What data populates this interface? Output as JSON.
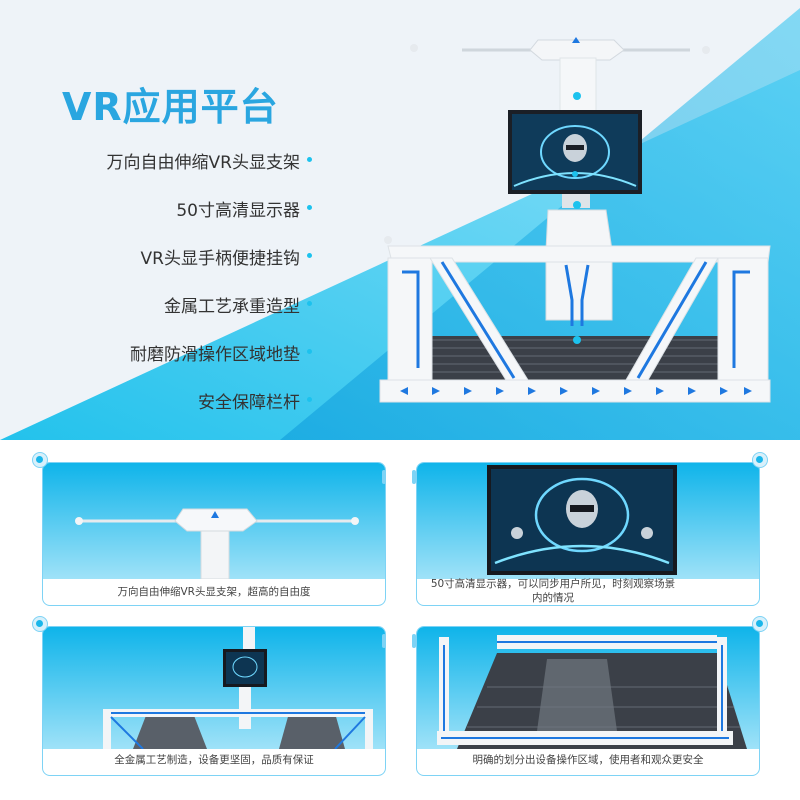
{
  "hero": {
    "title": "VR应用平台",
    "features": [
      {
        "label": "万向自由伸缩VR头显支架"
      },
      {
        "label": "50寸高清显示器"
      },
      {
        "label": "VR头显手柄便捷挂钩"
      },
      {
        "label": "金属工艺承重造型"
      },
      {
        "label": "耐磨防滑操作区域地垫"
      },
      {
        "label": "安全保障栏杆"
      }
    ]
  },
  "panels": [
    {
      "caption": "万向自由伸缩VR头显支架，超高的自由度"
    },
    {
      "caption": "50寸高清显示器，可以同步用户所见，时刻观察场景内的情况"
    },
    {
      "caption": "全金属工艺制造，设备更坚固，品质有保证"
    },
    {
      "caption": "明确的划分出设备操作区域，使用者和观众更安全"
    }
  ],
  "colors": {
    "accent": "#1cc2ee",
    "title": "#2aa6e0",
    "panel_border": "#7ed3f5",
    "frame_blue": "#1e78e0"
  }
}
